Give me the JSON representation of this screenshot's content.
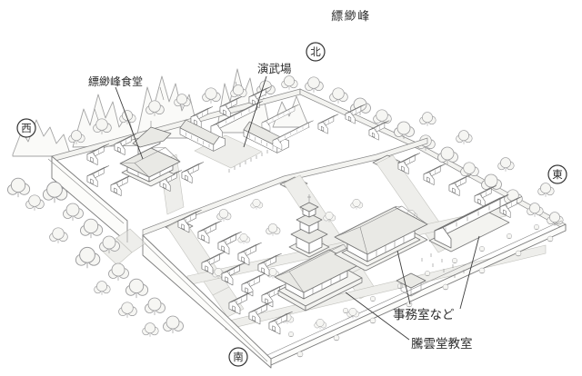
{
  "map": {
    "peak_name": "縹緲峰",
    "compass": {
      "north": "北",
      "east": "東",
      "west": "西",
      "south": "南"
    },
    "labels": {
      "dining_hall": "縹緲峰食堂",
      "training_ground": "演武場",
      "office": "事務室など",
      "classroom": "騰雲堂教室"
    },
    "style": {
      "ink_color": "#2f2f2f",
      "line_color": "#6e6e6e",
      "paper_color": "#ffffff",
      "wash_color": "#ededea"
    }
  }
}
